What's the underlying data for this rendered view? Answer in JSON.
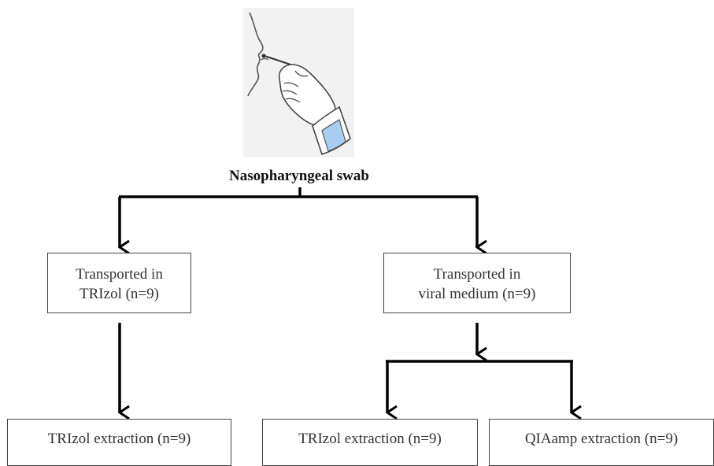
{
  "diagram": {
    "root": {
      "label": "Nasopharyngeal swab",
      "icon": "nasal-swab-illustration-icon"
    },
    "nodes": {
      "trizol_transport": {
        "line1": "Transported in",
        "line2": "TRIzol  (n=9)"
      },
      "viral_transport": {
        "line1": "Transported in",
        "line2": "viral medium (n=9)"
      },
      "trizol_extraction_a": {
        "label": "TRIzol extraction  (n=9)"
      },
      "trizol_extraction_b": {
        "label": "TRIzol extraction (n=9)"
      },
      "qiaamp_extraction": {
        "label": "QIAamp extraction (n=9)"
      }
    },
    "colors": {
      "glove_cuff": "#a9cdf0",
      "line": "#000000",
      "box_border": "#444444"
    }
  }
}
